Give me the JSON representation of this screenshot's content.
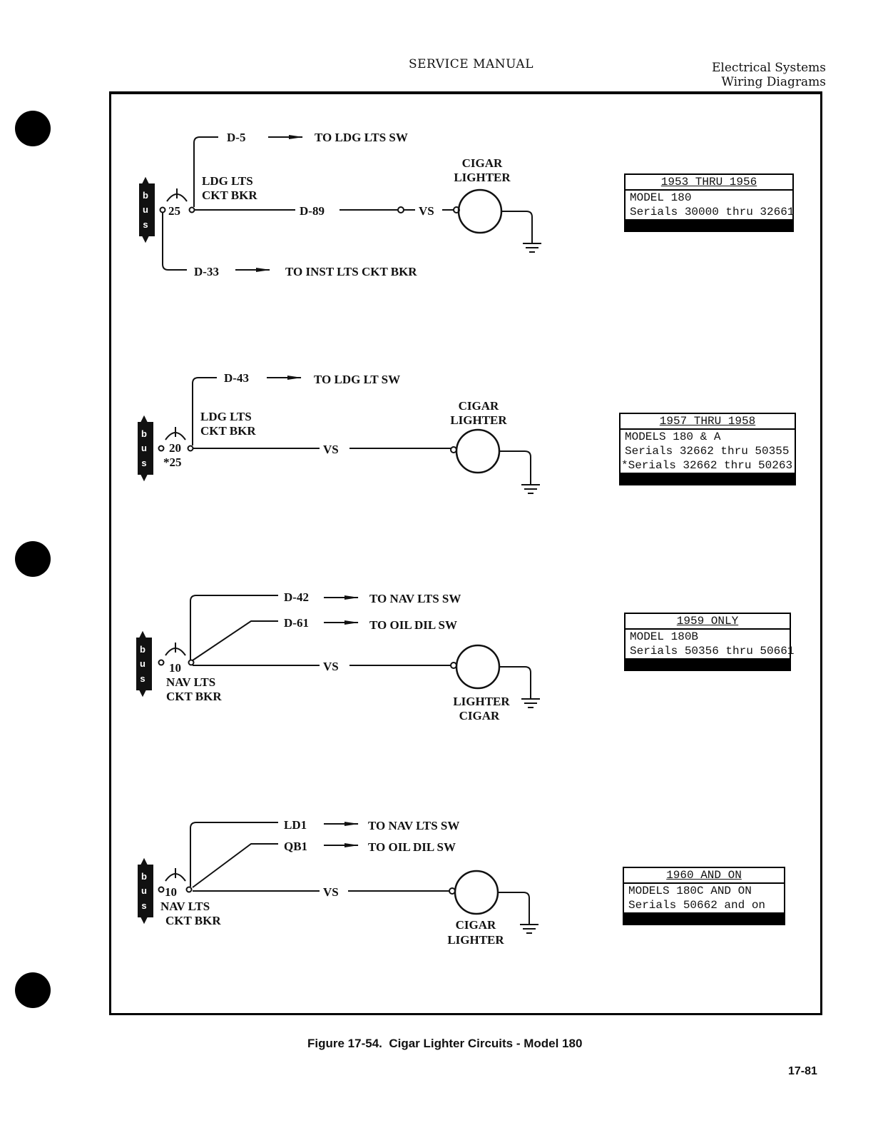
{
  "header": {
    "title": "SERVICE MANUAL",
    "section": "Electrical Systems",
    "subsection": "Wiring Diagrams"
  },
  "bus_letters": [
    "b",
    "u",
    "s"
  ],
  "circuits": [
    {
      "breaker_label": [
        "LDG LTS",
        "CKT BKR"
      ],
      "breaker_rating": "25",
      "wires": [
        {
          "code": "D-5",
          "dest": "TO LDG LTS SW"
        },
        {
          "code": "D-89",
          "dest": "VS"
        },
        {
          "code": "D-33",
          "dest": "TO INST LTS CKT BKR"
        }
      ],
      "load_label": [
        "CIGAR",
        "LIGHTER"
      ],
      "info": {
        "heading": "1953 THRU 1956",
        "lines": [
          "MODEL 180",
          "Serials 30000 thru 32661"
        ]
      }
    },
    {
      "breaker_label": [
        "LDG LTS",
        "CKT BKR"
      ],
      "breaker_rating": "20",
      "breaker_alt": "*25",
      "wires": [
        {
          "code": "D-43",
          "dest": "TO LDG LT SW"
        },
        {
          "code": "",
          "dest": "VS"
        }
      ],
      "load_label": [
        "CIGAR",
        "LIGHTER"
      ],
      "info": {
        "heading": "1957 THRU 1958",
        "lines": [
          "MODELS 180 & A",
          "Serials 32662 thru 50355",
          "*Serials 32662 thru 50263"
        ]
      }
    },
    {
      "breaker_label": [
        "NAV LTS",
        "CKT BKR"
      ],
      "breaker_rating": "10",
      "wires": [
        {
          "code": "D-42",
          "dest": "TO NAV LTS SW"
        },
        {
          "code": "D-61",
          "dest": "TO OIL DIL SW"
        },
        {
          "code": "",
          "dest": "VS"
        }
      ],
      "load_label": [
        "LIGHTER",
        "CIGAR"
      ],
      "info": {
        "heading": "1959 ONLY",
        "lines": [
          "MODEL 180B",
          "Serials 50356 thru 50661"
        ]
      }
    },
    {
      "breaker_label": [
        "NAV LTS",
        "CKT BKR"
      ],
      "breaker_rating": "10",
      "wires": [
        {
          "code": "LD1",
          "dest": "TO NAV LTS SW"
        },
        {
          "code": "QB1",
          "dest": "TO OIL DIL SW"
        },
        {
          "code": "",
          "dest": "VS"
        }
      ],
      "load_label": [
        "CIGAR",
        "LIGHTER"
      ],
      "info": {
        "heading": "1960 AND ON",
        "lines": [
          "MODELS 180C AND ON",
          "Serials 50662 and on"
        ]
      }
    }
  ],
  "caption": "Figure 17-54.  Cigar Lighter Circuits - Model 180",
  "page_number": "17-81"
}
